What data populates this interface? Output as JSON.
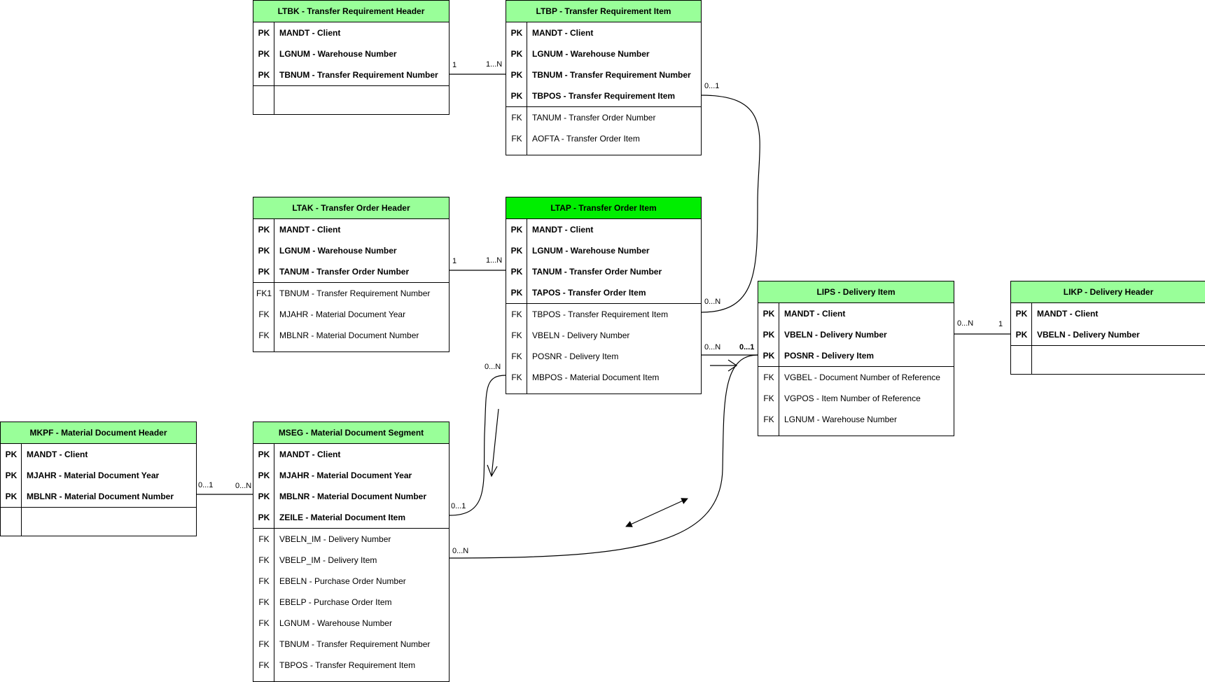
{
  "entities": [
    {
      "title": "LTBK - Transfer Requirement Header",
      "keys": [
        {
          "tag": "PK",
          "text": "MANDT - Client"
        },
        {
          "tag": "PK",
          "text": "LGNUM - Warehouse Number"
        },
        {
          "tag": "PK",
          "text": "TBNUM - Transfer Requirement Number"
        }
      ],
      "fields": []
    },
    {
      "title": "LTBP - Transfer Requirement Item",
      "keys": [
        {
          "tag": "PK",
          "text": "MANDT - Client"
        },
        {
          "tag": "PK",
          "text": "LGNUM - Warehouse Number"
        },
        {
          "tag": "PK",
          "text": "TBNUM - Transfer Requirement Number"
        },
        {
          "tag": "PK",
          "text": "TBPOS - Transfer Requirement Item"
        }
      ],
      "fields": [
        {
          "tag": "FK",
          "text": "TANUM - Transfer Order Number"
        },
        {
          "tag": "FK",
          "text": "AOFTA - Transfer Order Item"
        }
      ]
    },
    {
      "title": "LTAK - Transfer Order Header",
      "keys": [
        {
          "tag": "PK",
          "text": "MANDT - Client"
        },
        {
          "tag": "PK",
          "text": "LGNUM - Warehouse Number"
        },
        {
          "tag": "PK",
          "text": "TANUM - Transfer Order Number"
        }
      ],
      "fields": [
        {
          "tag": "FK1",
          "text": "TBNUM - Transfer Requirement Number"
        },
        {
          "tag": "FK",
          "text": "MJAHR - Material Document Year"
        },
        {
          "tag": "FK",
          "text": "MBLNR - Material Document Number"
        }
      ]
    },
    {
      "title": "LTAP - Transfer Order Item",
      "keys": [
        {
          "tag": "PK",
          "text": "MANDT - Client"
        },
        {
          "tag": "PK",
          "text": "LGNUM - Warehouse Number"
        },
        {
          "tag": "PK",
          "text": "TANUM - Transfer Order Number"
        },
        {
          "tag": "PK",
          "text": "TAPOS - Transfer Order Item"
        }
      ],
      "fields": [
        {
          "tag": "FK",
          "text": "TBPOS - Transfer Requirement Item"
        },
        {
          "tag": "FK",
          "text": "VBELN - Delivery Number"
        },
        {
          "tag": "FK",
          "text": "POSNR - Delivery Item"
        },
        {
          "tag": "FK",
          "text": "MBPOS - Material Document Item"
        }
      ]
    },
    {
      "title": "LIPS - Delivery Item",
      "keys": [
        {
          "tag": "PK",
          "text": "MANDT - Client"
        },
        {
          "tag": "PK",
          "text": "VBELN - Delivery Number"
        },
        {
          "tag": "PK",
          "text": "POSNR - Delivery Item"
        }
      ],
      "fields": [
        {
          "tag": "FK",
          "text": "VGBEL - Document Number of Reference"
        },
        {
          "tag": "FK",
          "text": "VGPOS - Item Number of Reference"
        },
        {
          "tag": "FK",
          "text": "LGNUM - Warehouse Number"
        }
      ]
    },
    {
      "title": "LIKP - Delivery Header",
      "keys": [
        {
          "tag": "PK",
          "text": "MANDT - Client"
        },
        {
          "tag": "PK",
          "text": "VBELN - Delivery Number"
        }
      ],
      "fields": []
    },
    {
      "title": "MKPF - Material Document Header",
      "keys": [
        {
          "tag": "PK",
          "text": "MANDT - Client"
        },
        {
          "tag": "PK",
          "text": "MJAHR - Material Document Year"
        },
        {
          "tag": "PK",
          "text": "MBLNR - Material Document Number"
        }
      ],
      "fields": []
    },
    {
      "title": "MSEG - Material Document Segment",
      "keys": [
        {
          "tag": "PK",
          "text": "MANDT - Client"
        },
        {
          "tag": "PK",
          "text": "MJAHR - Material Document Year"
        },
        {
          "tag": "PK",
          "text": "MBLNR - Material Document Number"
        },
        {
          "tag": "PK",
          "text": "ZEILE - Material Document Item"
        }
      ],
      "fields": [
        {
          "tag": "FK",
          "text": "VBELN_IM - Delivery Number"
        },
        {
          "tag": "FK",
          "text": "VBELP_IM - Delivery Item"
        },
        {
          "tag": "FK",
          "text": "EBELN - Purchase Order Number"
        },
        {
          "tag": "FK",
          "text": "EBELP - Purchase Order Item"
        },
        {
          "tag": "FK",
          "text": "LGNUM - Warehouse Number"
        },
        {
          "tag": "FK",
          "text": "TBNUM - Transfer Requirement Number"
        },
        {
          "tag": "FK",
          "text": "TBPOS - Transfer Requirement Item"
        }
      ]
    }
  ],
  "cardinalities": {
    "ltbk_ltbp_one": "1",
    "ltbk_ltbp_many": "1...N",
    "ltbp_ltap_one": "0...1",
    "ltbp_ltap_many": "0...N",
    "ltak_ltap_one": "1",
    "ltak_ltap_many": "1...N",
    "ltap_lips_many": "0...N",
    "ltap_lips_one": "0...1",
    "lips_likp_many": "0...N",
    "lips_likp_one": "1",
    "ltap_mseg_many": "0...N",
    "ltap_mseg_one": "0...1",
    "mkpf_mseg_one": "0...1",
    "mkpf_mseg_many": "0...N",
    "mseg_lips_many": "0...N"
  },
  "colors": {
    "header": "#99ff99",
    "header_highlight": "#00ee00",
    "line": "#000000"
  }
}
